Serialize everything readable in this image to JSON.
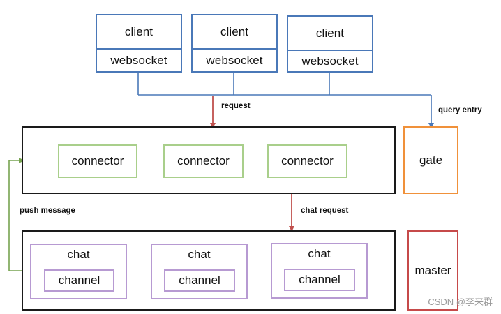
{
  "clients": [
    {
      "top": "client",
      "bottom": "websocket"
    },
    {
      "top": "client",
      "bottom": "websocket"
    },
    {
      "top": "client",
      "bottom": "websocket"
    }
  ],
  "connectors": [
    "connector",
    "connector",
    "connector"
  ],
  "chats": [
    {
      "name": "chat",
      "inner": "channel"
    },
    {
      "name": "chat",
      "inner": "channel"
    },
    {
      "name": "chat",
      "inner": "channel"
    }
  ],
  "gate": "gate",
  "master": "master",
  "edges": {
    "request": "request",
    "query_entry": "query entry",
    "chat_request": "chat request",
    "push_message": "push message"
  },
  "watermark": "CSDN @李来群",
  "colors": {
    "client_blue": "#4a78b8",
    "request_red": "#c0504d",
    "connector_green": "#a9cf8b",
    "push_green": "#77a350",
    "chat_purple": "#b79ad2",
    "gate_orange": "#f0913a",
    "master_red": "#c64a4a",
    "frame_black": "#1a1a1a"
  }
}
